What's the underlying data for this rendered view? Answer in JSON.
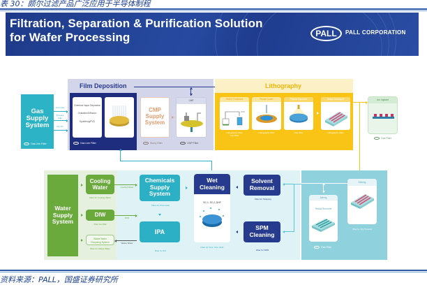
{
  "caption": "表 30：颇尔过滤产品广泛应用于半导体制程",
  "banner": {
    "title_line1": "Filtration, Separation & Purification Solution",
    "title_line2": "for Wafer Processing",
    "logo_text": "PALL",
    "company": "PALL CORPORATION"
  },
  "gas_supply": {
    "title_line1": "Gas",
    "title_line2": "Supply",
    "title_line3": "System",
    "outputs": [
      "Inert Gas",
      "Process Gas",
      "Dry Air"
    ],
    "filter": "Gas Line Filter"
  },
  "film_deposition": {
    "title": "Film Deposition",
    "processes": [
      "Chemical Vapor Deposition",
      "Oxidation/Diffusion",
      "Sputtering/PVD"
    ],
    "filter": "Gas Line Filter"
  },
  "cmp": {
    "supply_line1": "CMP",
    "supply_line2": "Supply",
    "supply_line3": "System",
    "supply_filter": "Slurry Filter",
    "card_title": "CMP",
    "card_filter": "CMP Filter"
  },
  "lithography": {
    "title": "Lithography",
    "steps": [
      {
        "title": "HMDS Treatment",
        "filter": "Lithography Filter",
        "filter2": "Gas Filter"
      },
      {
        "title": "Resist Coater",
        "filter": "Lithography Filter"
      },
      {
        "title": "Pattern Exposure",
        "filter": "Gas Filter"
      },
      {
        "title": "Resist Developer",
        "filter": "Lithography Filter"
      }
    ]
  },
  "ion_implant": {
    "title": "Ion Implant",
    "filter": "Gas Filter"
  },
  "water_supply": {
    "title_line1": "Water",
    "title_line2": "Supply",
    "title_line3": "System",
    "cooling_line1": "Cooling",
    "cooling_line2": "Water",
    "cooling_filter": "Filter for Cooling Water",
    "diw": "DIW",
    "diw_filter": "Filter for DIW",
    "waste_line1": "Waste Water",
    "waste_line2": "Recycling System",
    "waste_filter": "Filter for Waste Water",
    "flow_labels": [
      "Cooling Water",
      "DIW",
      "Waste Water"
    ]
  },
  "chemicals": {
    "supply_line1": "Chemicals",
    "supply_line2": "Supply",
    "supply_line3": "System",
    "supply_filter": "Filter for Chemicals",
    "ipa": "IPA",
    "ipa_filter": "Filter for IPA"
  },
  "wet_cleaning": {
    "title_line1": "Wet",
    "title_line2": "Cleaning",
    "chemicals": "SC-1, SC-2, DHF",
    "filter": "Filter for SC1, SC2, DHF"
  },
  "solvent_removal": {
    "title_line1": "Solvent",
    "title_line2": "Removal",
    "filter": "Filter for Stripping"
  },
  "spm_cleaning": {
    "title_line1": "SPM",
    "title_line2": "Cleaning",
    "filter": "Filter for SPM"
  },
  "etching": {
    "ashing_title": "Ashing",
    "ashing_sub": "Resist Removal",
    "ashing_filter": "Gas Filter",
    "etching_title": "Etching",
    "etching_filter": "Filter for Dry Process"
  },
  "source": "资料来源：PALL，国盛证券研究所",
  "colors": {
    "banner": "#1e3a8a",
    "navy": "#1f2d7f",
    "teal": "#2db3c6",
    "green": "#6aaa3c",
    "yellow": "#f9c416",
    "lavender": "#d3d6ea",
    "light_cyan": "#dff3f6"
  }
}
